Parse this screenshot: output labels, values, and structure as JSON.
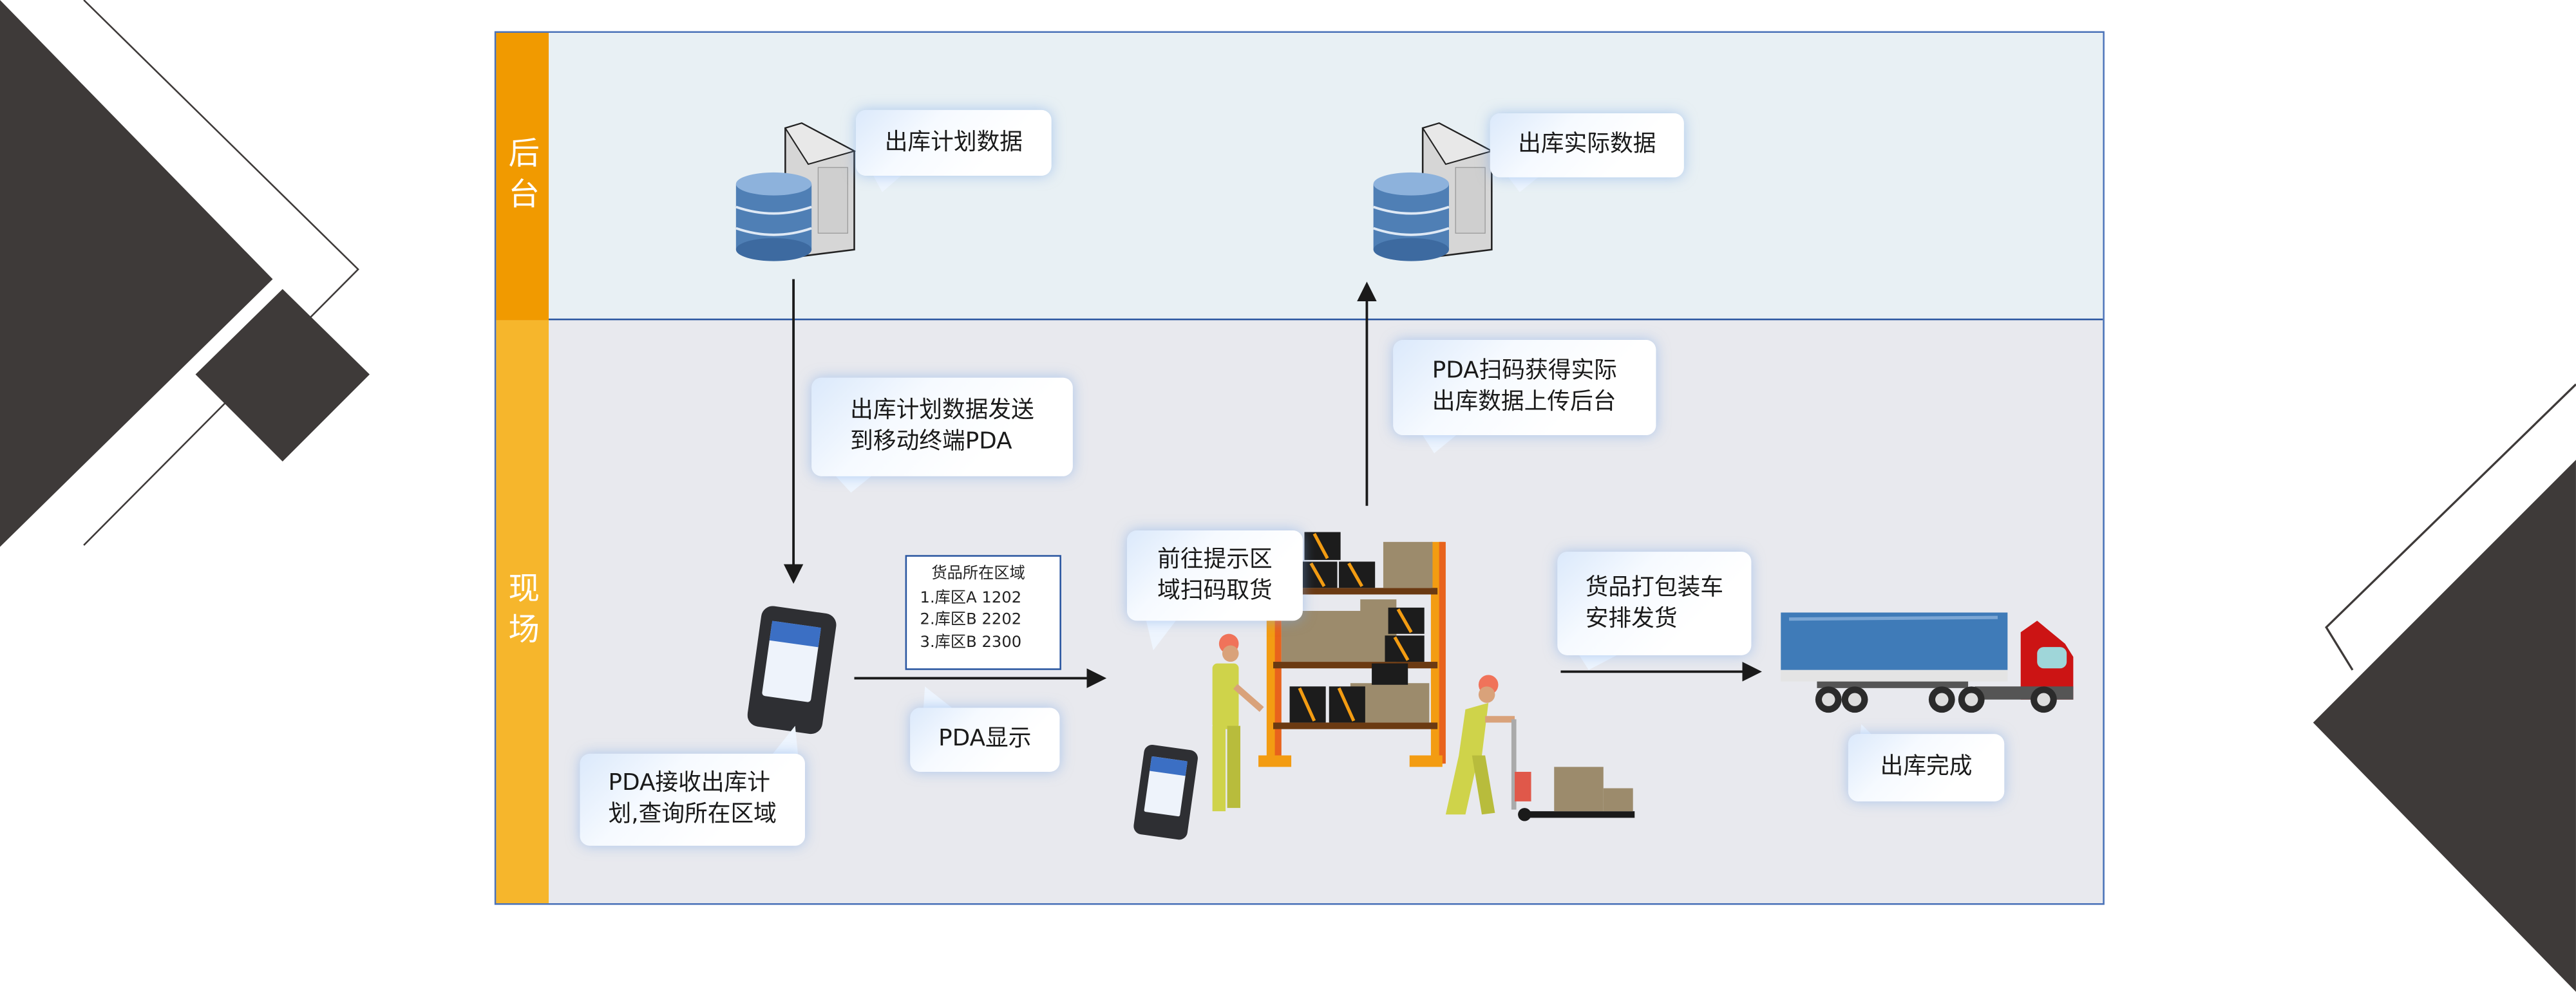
{
  "lanes": {
    "backend": "后台",
    "field": "现场"
  },
  "bubbles": {
    "plan_data": "出库计划数据",
    "actual_data": "出库实际数据",
    "send_to_pda": "出库计划数据发送\n到移动终端PDA",
    "pda_receive": "PDA接收出库计\n划,查询所在区域",
    "pda_display": "PDA显示",
    "scan_upload": "PDA扫码获得实际\n出库数据上传后台",
    "go_pick": "前往提示区\n域扫码取货",
    "pack_load": "货品打包装车\n安排发货",
    "done": "出库完成"
  },
  "location_box": {
    "title": "货品所在区域",
    "items": [
      "1.库区A 1202",
      "2.库区B 2202",
      "3.库区B 2300"
    ]
  },
  "colors": {
    "backend_label": "#f19a00",
    "field_label": "#f6b62c",
    "frame": "#2a56a0",
    "deco": "#3e3a39",
    "truck_trailer": "#3f7bb8",
    "truck_cab": "#cc1414"
  }
}
